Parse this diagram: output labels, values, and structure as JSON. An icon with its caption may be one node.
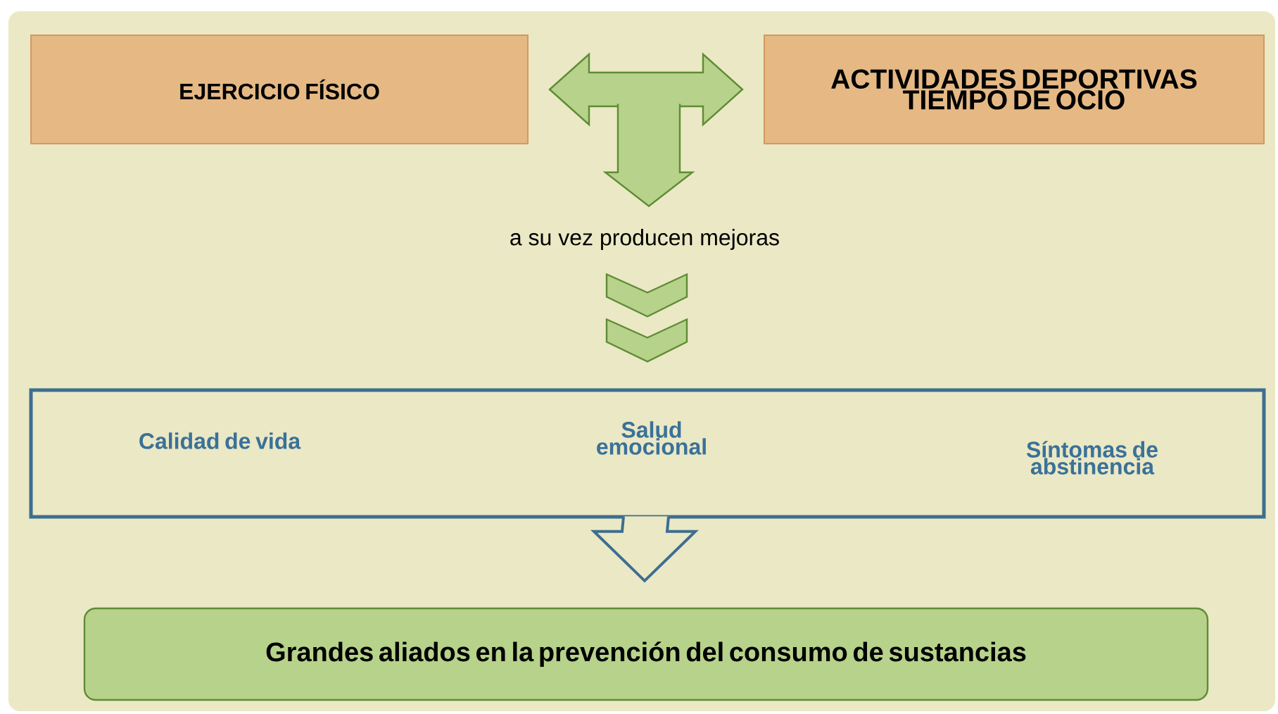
{
  "diagram": {
    "nodes": [
      {
        "text": [
          "EJERCICIO FÍSICO"
        ]
      },
      {
        "text": [
          "ACTIVIDADES DEPORTIVAS TIEMPO DE OCIO"
        ]
      },
      {
        "text": [
          "a su vez producen mejoras"
        ]
      },
      {
        "text": [
          "Calidad de vida",
          "Salud emocional",
          "Síntomas de abstinencia"
        ]
      },
      {
        "text": [
          "Grandes aliados en la prevención del consumo de sustancias"
        ]
      }
    ],
    "edges": [
      {
        "from": 0,
        "to": 1,
        "arrow": "both"
      },
      {
        "from": null,
        "to": 2,
        "arrow": "to"
      },
      {
        "from": 2,
        "to": 3,
        "arrow": "to"
      },
      {
        "from": 3,
        "to": 4,
        "arrow": "to",
        "color": "#3d6e8f"
      }
    ]
  }
}
